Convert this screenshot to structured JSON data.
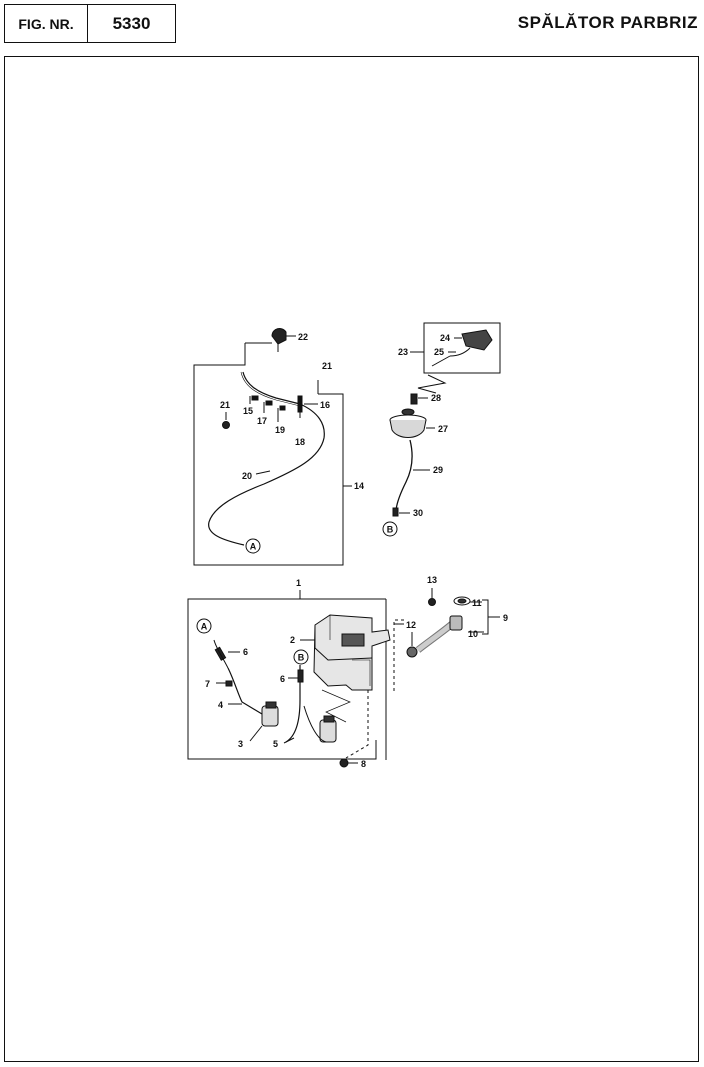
{
  "header": {
    "fig_label": "FIG. NR.",
    "fig_number": "5330",
    "title": "SPĂLĂTOR PARBRIZ"
  },
  "callouts": {
    "c1": "1",
    "c2": "2",
    "c3": "3",
    "c4": "4",
    "c5": "5",
    "c6a": "6",
    "c6b": "6",
    "c7": "7",
    "c8": "8",
    "c9": "9",
    "c10": "10",
    "c11": "11",
    "c12": "12",
    "c13": "13",
    "c14": "14",
    "c15": "15",
    "c16": "16",
    "c17": "17",
    "c18": "18",
    "c19": "19",
    "c20": "20",
    "c21a": "21",
    "c21b": "21",
    "c22": "22",
    "c23": "23",
    "c24": "24",
    "c25": "25",
    "c27": "27",
    "c28": "28",
    "c29": "29",
    "c30": "30"
  },
  "connectors": {
    "a_top": "A",
    "a_bottom": "A",
    "b_top": "B",
    "b_bottom": "B"
  }
}
